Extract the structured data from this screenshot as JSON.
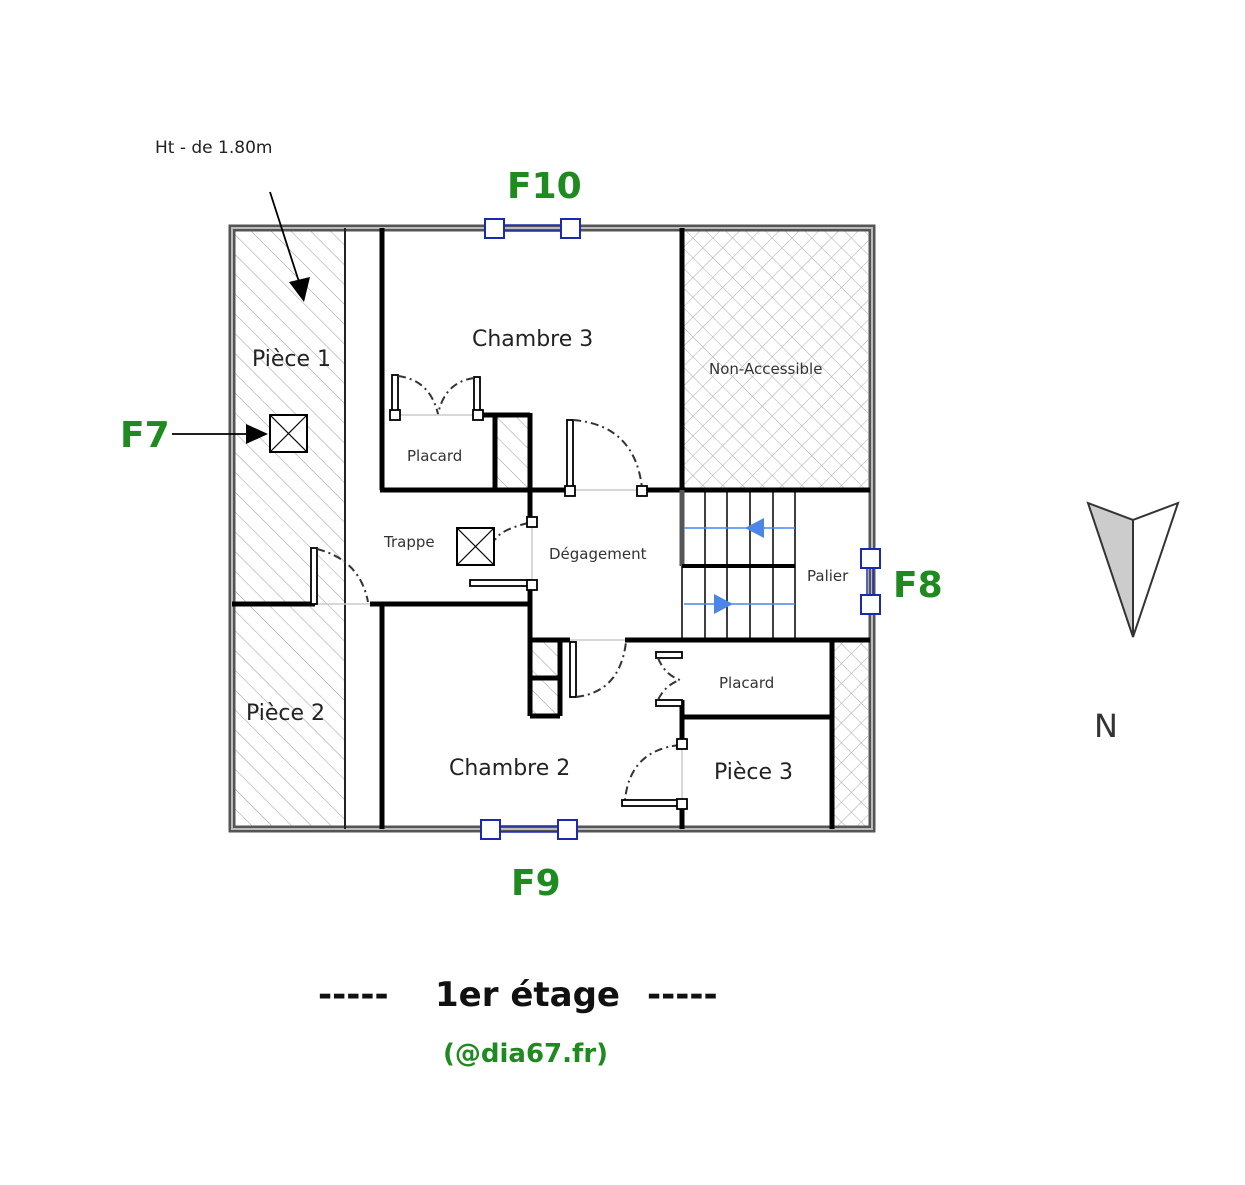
{
  "title": "1er étage",
  "title_dashes": "-----",
  "credit": "(@dia67.fr)",
  "annotation": "Ht - de 1.80m",
  "compass_label": "N",
  "windows": {
    "f7": "F7",
    "f8": "F8",
    "f9": "F9",
    "f10": "F10"
  },
  "rooms": {
    "piece1": "Pièce 1",
    "piece2": "Pièce 2",
    "piece3": "Pièce 3",
    "chambre2": "Chambre 2",
    "chambre3": "Chambre 3",
    "placard_top": "Placard",
    "placard_bottom": "Placard",
    "trappe": "Trappe",
    "degagement": "Dégagement",
    "palier": "Palier",
    "non_accessible": "Non-Accessible"
  },
  "colors": {
    "window_label": "#1f8a1f",
    "window_frame": "#1a2ab0",
    "stair_arrow": "#4a86e8"
  }
}
